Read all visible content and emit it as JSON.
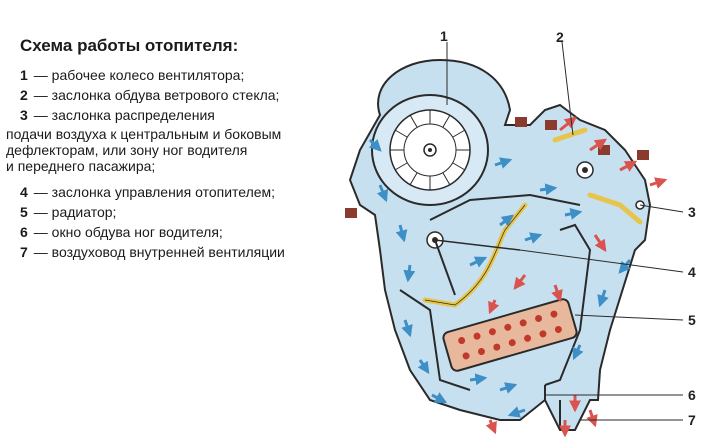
{
  "title": "Схема работы отопителя:",
  "legend": [
    {
      "num": "1",
      "text": "— рабочее колесо вентилятора;"
    },
    {
      "num": "2",
      "text": "— заслонка обдува ветрового стекла;"
    },
    {
      "num": "3",
      "text": "— заслонка распределения",
      "continuation": [
        "подачи воздуха к центральным и боковым",
        "дефлекторам, или зону ног водителя",
        "и переднего пасажира;"
      ]
    },
    {
      "num": "4",
      "text": "— заслонка управления отопителем;"
    },
    {
      "num": "5",
      "text": "— радиатор;"
    },
    {
      "num": "6",
      "text": "— окно обдува ног водителя;"
    },
    {
      "num": "7",
      "text": "— воздуховод внутренней вентиляции"
    }
  ],
  "callouts": [
    "1",
    "2",
    "3",
    "4",
    "5",
    "6",
    "7"
  ],
  "colors": {
    "housing": "#c7e0f0",
    "outline": "#2a2a2a",
    "cold_arrow": "#3d8fc6",
    "warm_arrow": "#d9534f",
    "flap": "#e6c54a",
    "radiator": "#e8b89c",
    "radiator_dot": "#c0392b",
    "connector": "#8b3a2e"
  }
}
